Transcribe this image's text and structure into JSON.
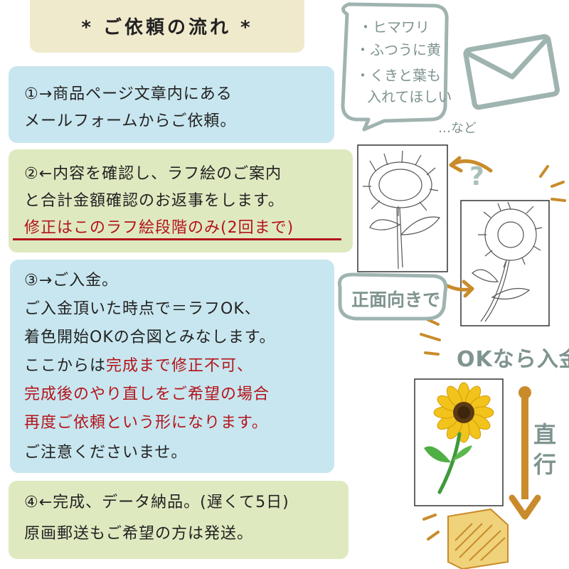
{
  "title": "*  ご依頼の流れ  *",
  "step1": {
    "line1": "①→商品ページ文章内にある",
    "line2": "メールフォームからご依頼。"
  },
  "step2": {
    "line1": "②←内容を確認し、ラフ絵のご案内",
    "line2": "と合計金額確認のお返事をします。",
    "line3": "修正はこのラフ絵段階のみ(2回まで)"
  },
  "step3": {
    "line1": "③→ご入金。",
    "line2": "ご入金頂いた時点で＝ラフOK、",
    "line3": "着色開始OKの合図とみなします。",
    "line4_normal": "ここからは",
    "line4_red": "完成まで修正不可、",
    "line5": "完成後のやり直しをご希望の場合",
    "line6_red": "再度ご依頼",
    "line6_normal": "という形になります。",
    "line7": "ご注意くださいませ。"
  },
  "step4": {
    "line1": "④←完成、データ納品。(遅くて5日)",
    "line2": "原画郵送もご希望の方は発送。"
  },
  "annotations": {
    "bubble_line1": "・ヒマワリ",
    "bubble_line2": "・ふつうに黄",
    "bubble_line3": "・くきと葉も",
    "bubble_line4": "入れてほしい",
    "nado": "…など",
    "question": "?",
    "front_label": "正面向きで",
    "ok_label": "OKなら入金",
    "direct_label": "直行"
  },
  "colors": {
    "blue_box": "#c8e6ef",
    "green_box": "#dfe9c0",
    "title_bg": "#f0eacd",
    "accent_red": "#b3141b",
    "arrow_orange": "#c98b2b",
    "bubble_stroke": "#9fb4b0"
  }
}
